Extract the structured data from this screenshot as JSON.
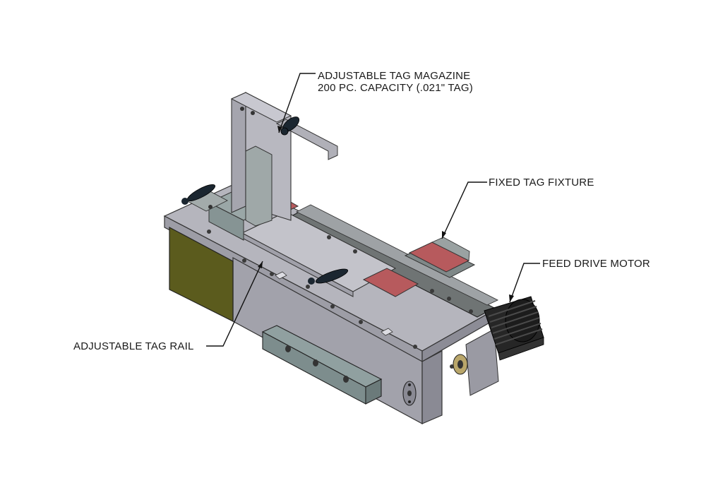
{
  "callouts": {
    "magazine": {
      "line1": "ADJUSTABLE TAG MAGAZINE",
      "line2": "200 PC. CAPACITY (.021\" TAG)"
    },
    "fixture": {
      "text": "FIXED TAG FIXTURE"
    },
    "motor": {
      "text": "FEED DRIVE MOTOR"
    },
    "rail": {
      "text": "ADJUSTABLE TAG RAIL"
    }
  },
  "colors": {
    "frame": "#a6a6ae",
    "frame_dark": "#8e8e98",
    "frame_light": "#c4c4cc",
    "rail": "#6f7373",
    "tag": "#b8585c",
    "olive": "#5a5a1c",
    "motor": "#202020",
    "leader": "#111111",
    "bracket": "#7e8e8e"
  }
}
